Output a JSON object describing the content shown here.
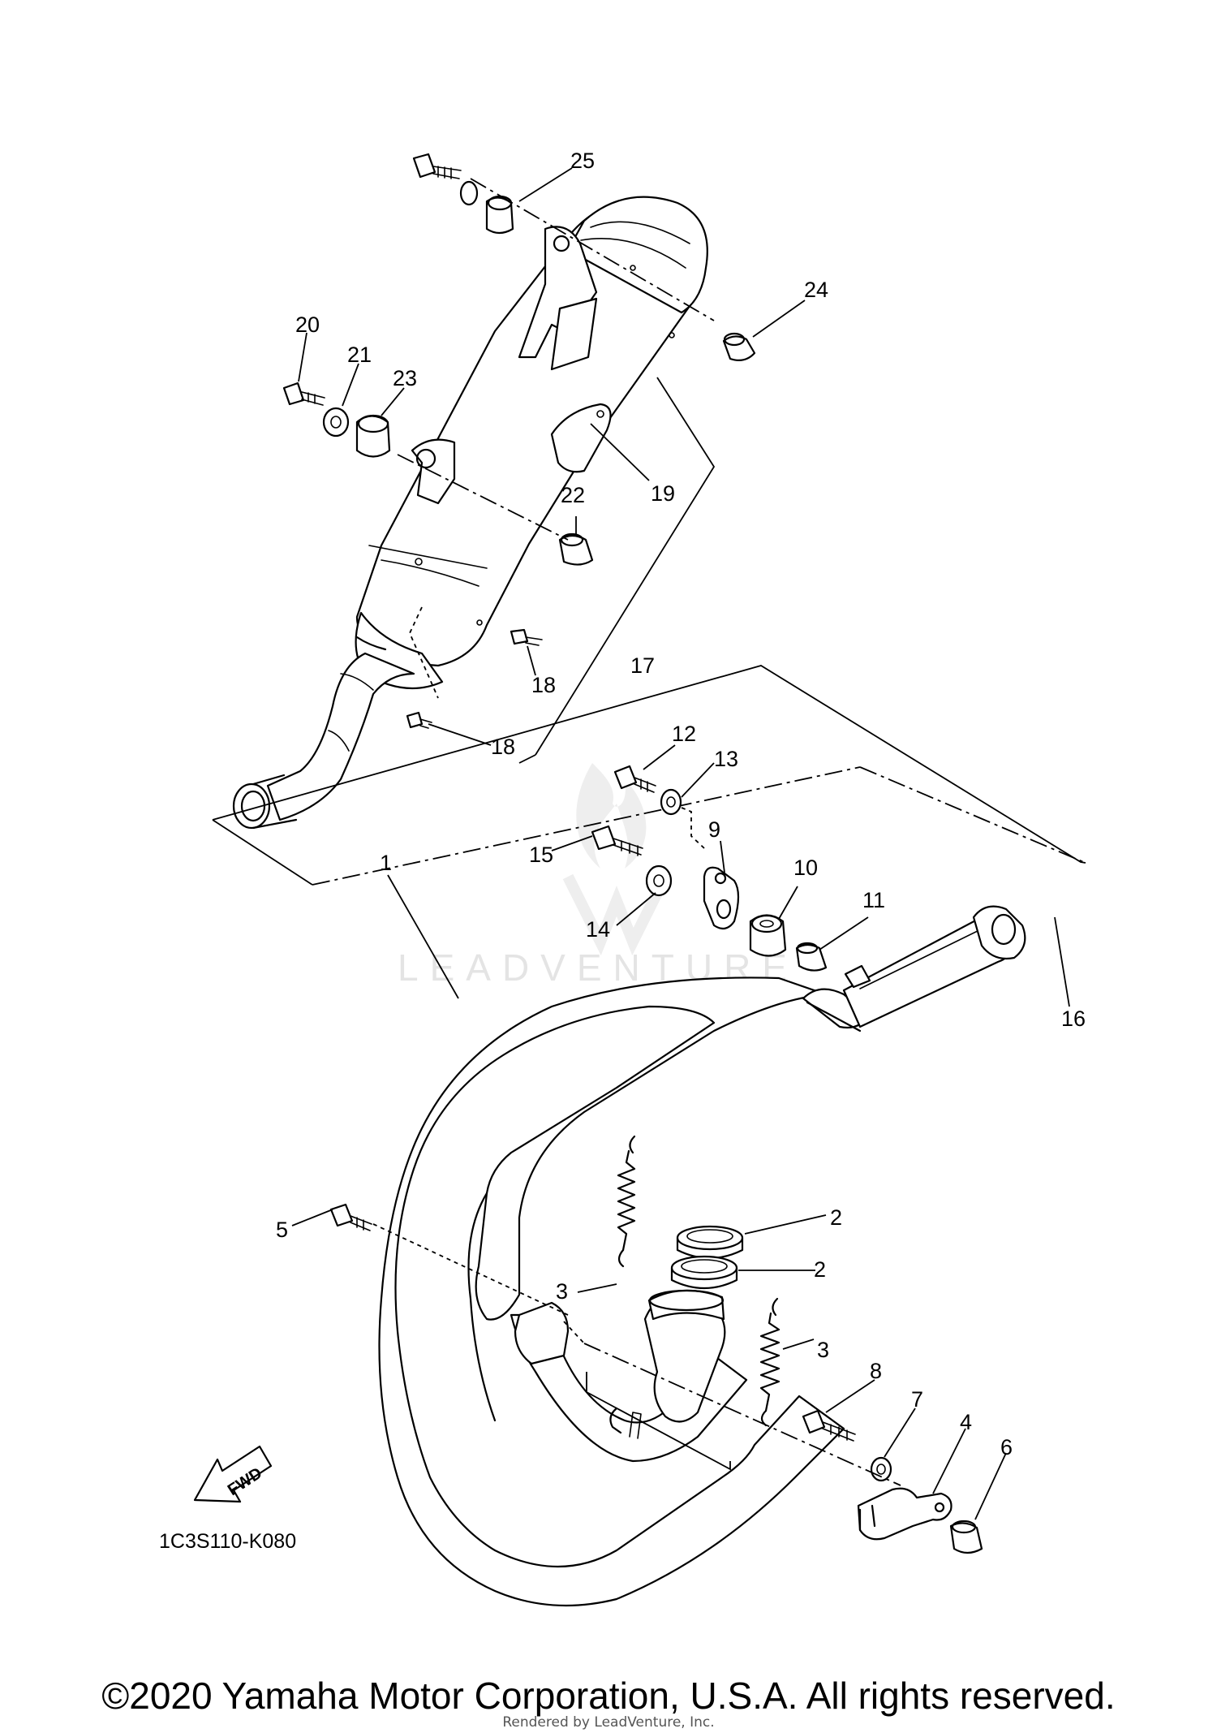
{
  "diagram": {
    "part_code": "1C3S110-K080",
    "fwd_label": "FWD",
    "watermark": "LEADVENTURE",
    "callouts": {
      "c1": "1",
      "c2a": "2",
      "c2b": "2",
      "c3a": "3",
      "c3b": "3",
      "c4": "4",
      "c5": "5",
      "c6": "6",
      "c7": "7",
      "c8": "8",
      "c9": "9",
      "c10": "10",
      "c11": "11",
      "c12": "12",
      "c13": "13",
      "c14": "14",
      "c15": "15",
      "c16": "16",
      "c17": "17",
      "c18a": "18",
      "c18b": "18",
      "c19": "19",
      "c20": "20",
      "c21": "21",
      "c22": "22",
      "c23": "23",
      "c24": "24",
      "c25": "25"
    }
  },
  "footer": {
    "copyright": "©2020 Yamaha Motor Corporation, U.S.A. All rights reserved.",
    "rendered_by": "Rendered by LeadVenture, Inc."
  }
}
